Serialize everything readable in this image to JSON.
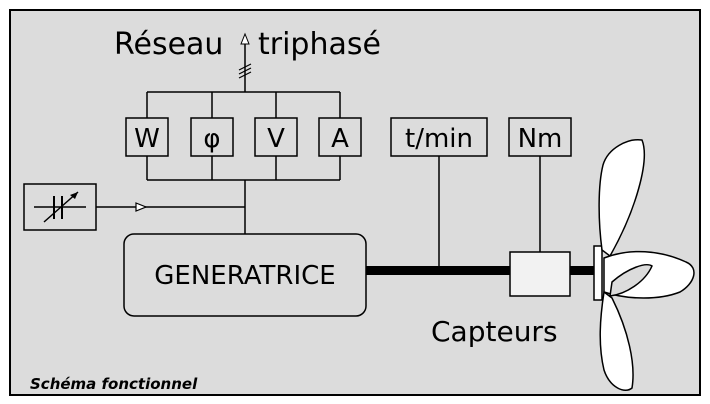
{
  "diagram": {
    "network_label": "Réseau",
    "network_label_2": "triphasé",
    "meters": [
      "W",
      "φ",
      "V",
      "A"
    ],
    "speed_label": "t/min",
    "torque_label": "Nm",
    "generator_label": "GENERATRICE",
    "sensors_label": "Capteurs",
    "caption": "Schéma fonctionnel"
  },
  "colors": {
    "background": "#dcdcdc",
    "stroke": "#000000",
    "sensor_fill": "#f2f2f2"
  }
}
